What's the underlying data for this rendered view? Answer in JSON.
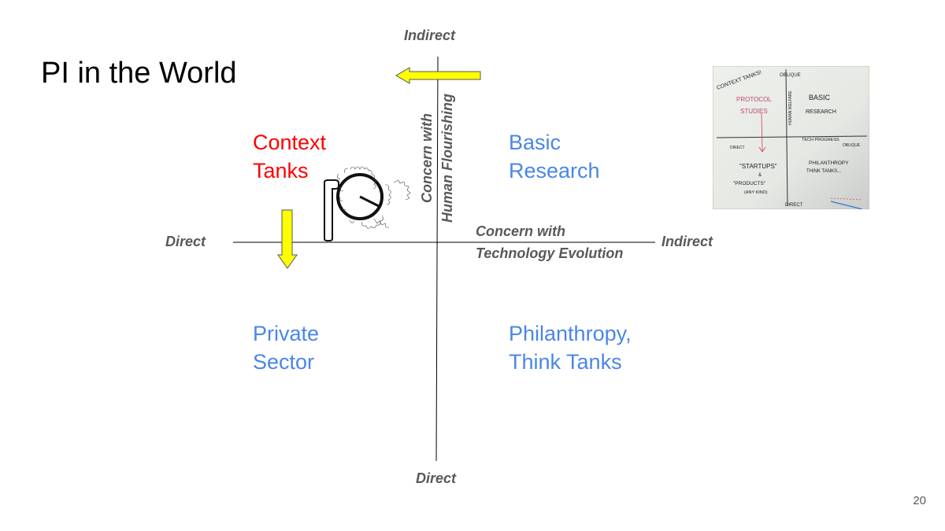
{
  "slide": {
    "title": "PI in the World",
    "page_number": "20"
  },
  "axes": {
    "vertical": {
      "top_label": "Indirect",
      "bottom_label": "Direct",
      "name_line1": "Concern with",
      "name_line2": "Human Flourishing"
    },
    "horizontal": {
      "left_label": "Direct",
      "right_label": "Indirect",
      "name_line1": "Concern with",
      "name_line2": "Technology Evolution"
    }
  },
  "quadrants": {
    "top_left": {
      "line1": "Context",
      "line2": "Tanks"
    },
    "top_right": {
      "line1": "Basic",
      "line2": "Research"
    },
    "bottom_left": {
      "line1": "Private",
      "line2": "Sector"
    },
    "bottom_right": {
      "line1": "Philanthropy,",
      "line2": "Think Tanks"
    }
  },
  "whiteboard": {
    "context_tanks": "CONTEXT TANKS!",
    "oblique_top": "OBLIQUE",
    "protocol": "PROTOCOL",
    "studies": "STUDIES",
    "basic": "BASIC",
    "research": "RESEARCH",
    "human_welfare": "HUMAN WELFARE",
    "tech_progress": "TECH PROGRESS",
    "oblique_right": "OBLIQUE",
    "direct_left": "DIRECT",
    "startups": "\"STARTUPS\"",
    "amp": "&",
    "products": "\"PRODUCTS\"",
    "any_kind": "(ANY KIND)",
    "philanthropy": "PHILANTHROPY",
    "think_tanks": "THINK TANKS...",
    "direct_bottom": "DIRECT"
  },
  "colors": {
    "red": "#ff0000",
    "blue": "#4a86e8",
    "arrow_fill": "#ffff00",
    "axis_text": "#595959"
  }
}
